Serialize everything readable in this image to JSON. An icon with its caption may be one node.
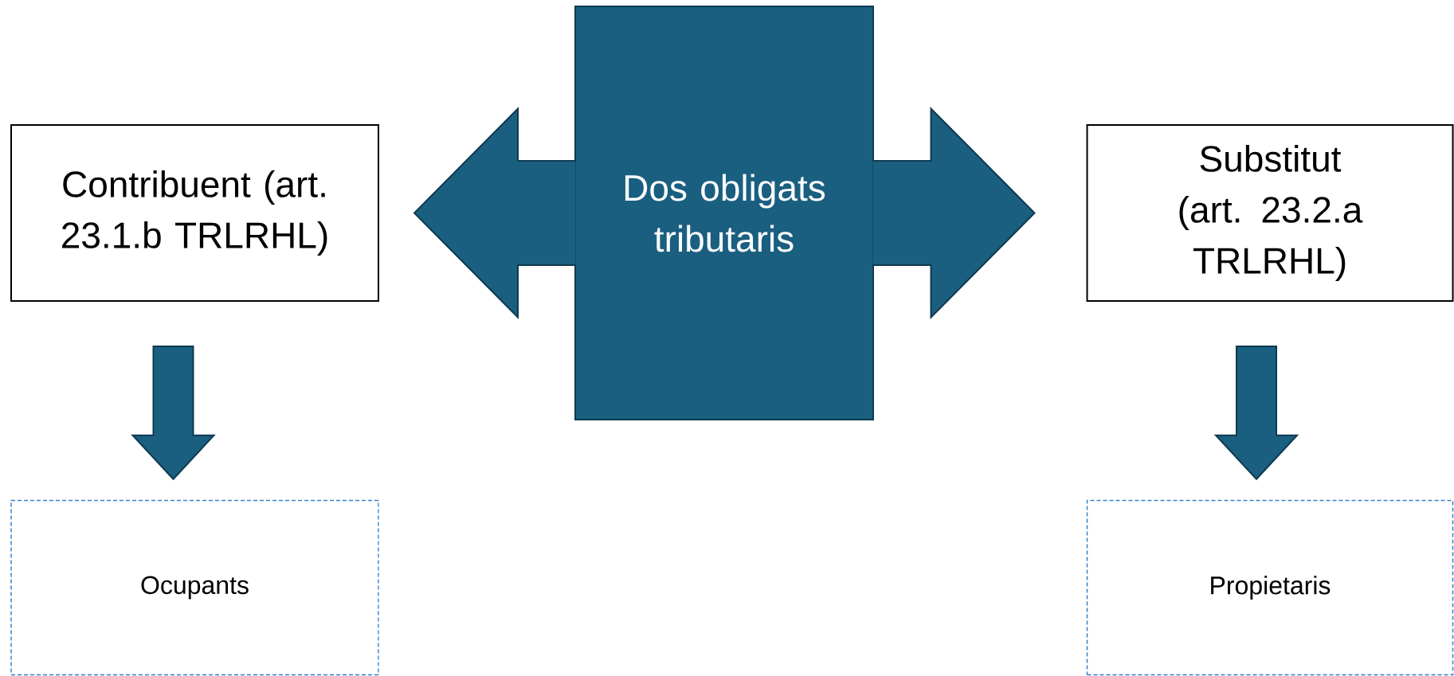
{
  "diagram": {
    "nodes": [
      {
        "text": [
          "Contribuent (art. 23.1.b TRLRHL)"
        ]
      },
      {
        "text": [
          "Dos obligats tributaris"
        ]
      },
      {
        "text": [
          "Substitut (art. 23.2.a TRLRHL)"
        ]
      },
      {
        "text": [
          "Ocupants"
        ]
      },
      {
        "text": [
          "Propietaris"
        ]
      }
    ],
    "edges": [
      {
        "from": 1,
        "to": 0,
        "arrow": "to"
      },
      {
        "from": 1,
        "to": 2,
        "arrow": "to"
      },
      {
        "from": 0,
        "to": 3,
        "arrow": "to"
      },
      {
        "from": 2,
        "to": 4,
        "arrow": "to"
      }
    ]
  }
}
